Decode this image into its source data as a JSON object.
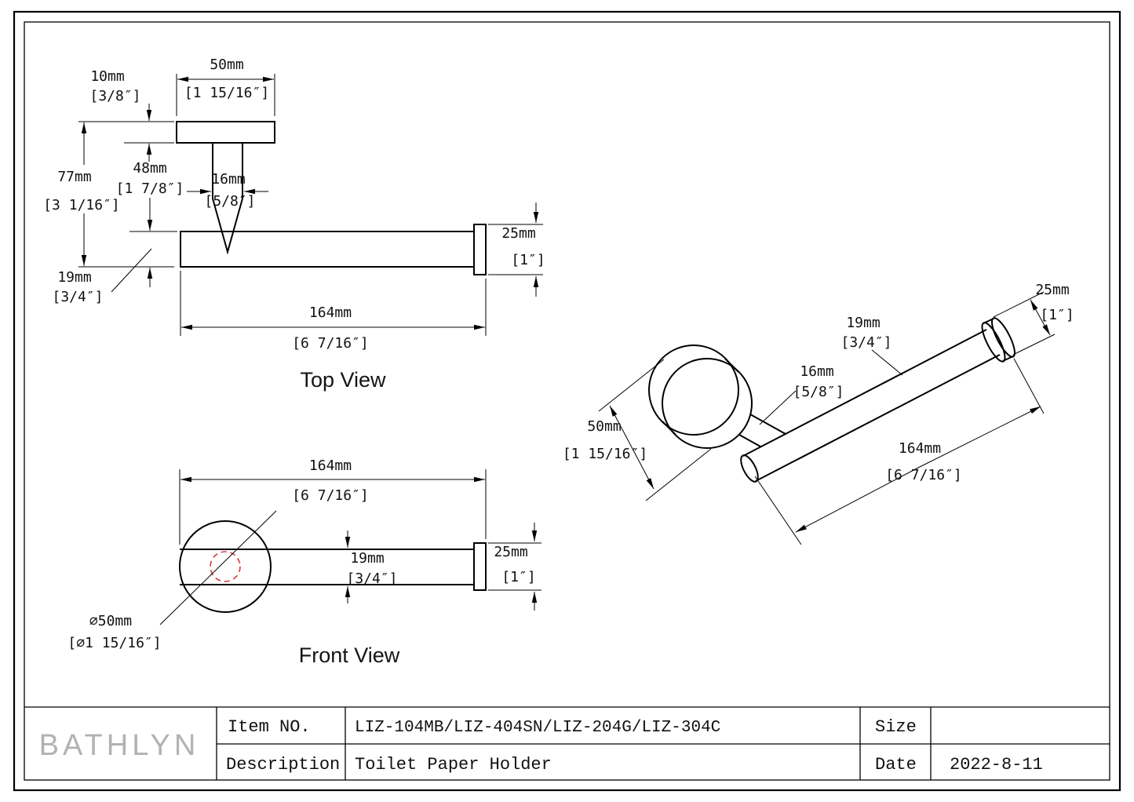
{
  "top_view": {
    "label": "Top View",
    "dim_50": "50mm",
    "dim_50_in": "[1 15/16″]",
    "dim_10": "10mm",
    "dim_10_in": "[3/8″]",
    "dim_77": "77mm",
    "dim_77_in": "[3 1/16″]",
    "dim_48": "48mm",
    "dim_48_in": "[1 7/8″]",
    "dim_16": "16mm",
    "dim_16_in": "[5/8″]",
    "dim_19": "19mm",
    "dim_19_in": "[3/4″]",
    "dim_164": "164mm",
    "dim_164_in": "[6 7/16″]",
    "dim_25": "25mm",
    "dim_25_in": "[1″]"
  },
  "front_view": {
    "label": "Front View",
    "dim_164": "164mm",
    "dim_164_in": "[6 7/16″]",
    "dim_19": "19mm",
    "dim_19_in": "[3/4″]",
    "dim_25": "25mm",
    "dim_25_in": "[1″]",
    "dim_dia50": "⌀50mm",
    "dim_dia50_in": "[⌀1 15/16″]"
  },
  "iso_view": {
    "dim_50": "50mm",
    "dim_50_in": "[1 15/16″]",
    "dim_16": "16mm",
    "dim_16_in": "[5/8″]",
    "dim_19": "19mm",
    "dim_19_in": "[3/4″]",
    "dim_25": "25mm",
    "dim_25_in": "[1″]",
    "dim_164": "164mm",
    "dim_164_in": "[6 7/16″]"
  },
  "title_block": {
    "logo": "BATHLYN",
    "item_label": "Item NO.",
    "item_value": "LIZ-104MB/LIZ-404SN/LIZ-204G/LIZ-304C",
    "size_label": "Size",
    "description_label": "Description",
    "description_value": "Toilet Paper Holder",
    "date_label": "Date",
    "date_value": "2022-8-11"
  }
}
